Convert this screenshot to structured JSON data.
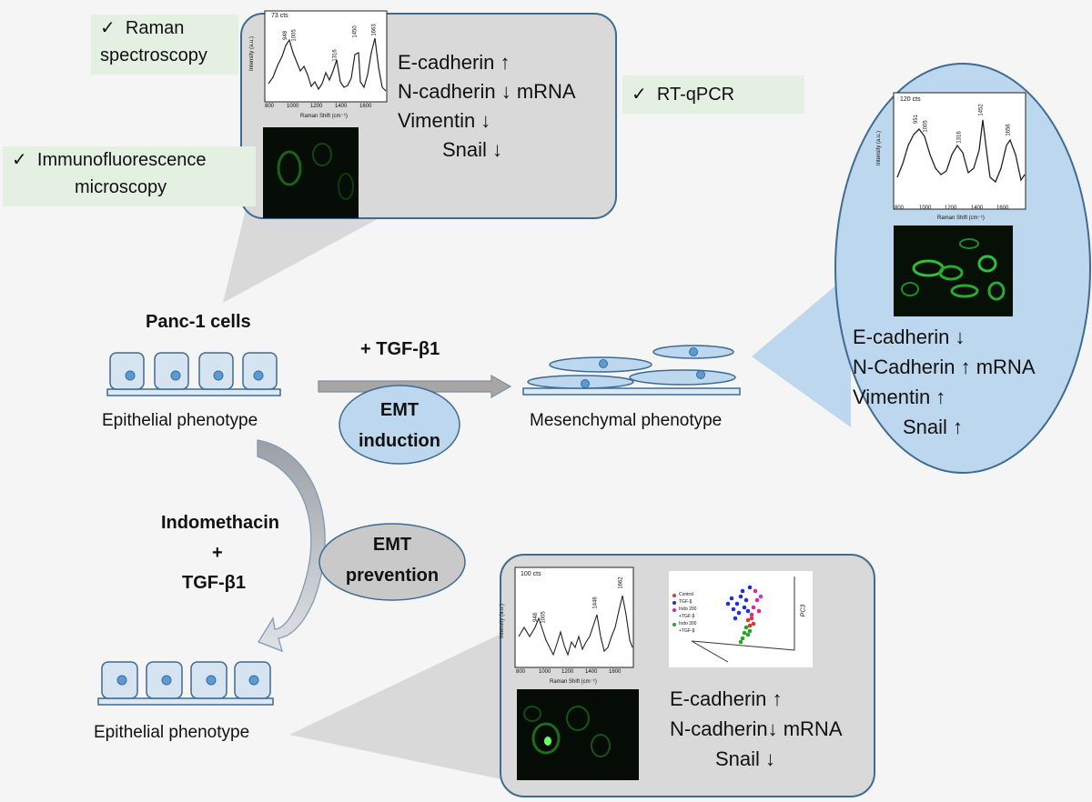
{
  "methods": {
    "raman": "Raman",
    "raman2": "spectroscopy",
    "immuno": "Immunofluorescence",
    "immuno2": "microscopy",
    "rtqpcr": "RT-qPCR",
    "check": "✓"
  },
  "cells": {
    "title": "Panc-1 cells",
    "epithelial": "Epithelial phenotype",
    "mesenchymal": "Mesenchymal  phenotype"
  },
  "process": {
    "tgf": "+ TGF-β1",
    "emt_induction_1": "EMT",
    "emt_induction_2": "induction",
    "indomethacin": "Indomethacin",
    "plus": "+",
    "tgf2": "TGF-β1",
    "emt_prevention_1": "EMT",
    "emt_prevention_2": "prevention"
  },
  "panel_top": {
    "markers": [
      "E-cadherin ↑",
      "N-cadherin ↓  mRNA",
      "Vimentin ↓",
      "Snail ↓"
    ],
    "spectrum": {
      "scale": "73 cts",
      "ylabel": "Intensity (a.u.)",
      "xlabel": "Raman Shift (cm⁻¹)",
      "ticks": [
        "800",
        "1000",
        "1200",
        "1400",
        "1600"
      ],
      "peaks": [
        "948",
        "1005",
        "1316",
        "1450",
        "1663"
      ]
    }
  },
  "panel_right": {
    "markers": [
      "E-cadherin ↓",
      "N-Cadherin ↑  mRNA",
      "Vimentin ↑",
      "Snail ↑"
    ],
    "spectrum": {
      "scale": "120 cts",
      "ylabel": "Intensity (a.u.)",
      "xlabel": "Raman Shift (cm⁻¹)",
      "ticks": [
        "800",
        "1000",
        "1200",
        "1400",
        "1600"
      ],
      "peaks": [
        "951",
        "1005",
        "1316",
        "1452",
        "1656"
      ]
    }
  },
  "panel_bottom": {
    "markers": [
      "E-cadherin ↑",
      "N-cadherin↓ mRNA",
      "Snail ↓"
    ],
    "spectrum": {
      "scale": "100 cts",
      "ylabel": "Intensity (a.u.)",
      "xlabel": "Raman Shift (cm⁻¹)",
      "ticks": [
        "800",
        "1000",
        "1200",
        "1400",
        "1600"
      ],
      "peaks": [
        "948",
        "1005",
        "1446",
        "1662"
      ]
    },
    "pca": {
      "axis": "PC3",
      "legend": [
        "Control",
        "TGF-β",
        "Indo 200",
        "+TGF-β",
        "Indo 300",
        "+TGF-β"
      ]
    }
  },
  "colors": {
    "panel_grey": "#d9d9d9",
    "panel_border": "#3e6b91",
    "blue_fill": "#bdd7ee",
    "nucleus": "#5b9bd5",
    "green_label": "#e4f1e2",
    "fluor": "#2fbf3a"
  }
}
